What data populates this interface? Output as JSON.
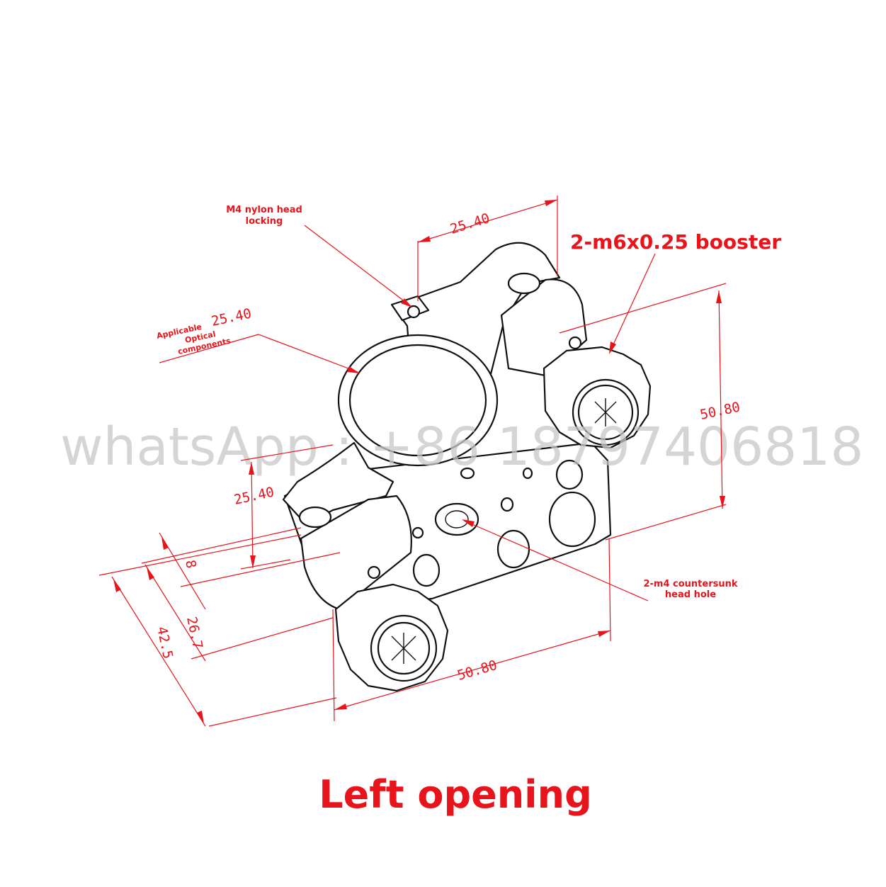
{
  "labels": {
    "locking_note_line1": "M4 nylon head",
    "locking_note_line2": "locking",
    "booster_note": "2-m6x0.25 booster",
    "applicable_line1": "Applicable",
    "applicable_line2": "Optical",
    "applicable_line3": "components",
    "countersunk_line1": "2-m4 countersunk",
    "countersunk_line2": "head hole",
    "caption": "Left opening",
    "watermark": "whatsApp : +86 18797406818"
  },
  "dimensions": {
    "top_width": "25.40",
    "bore_diameter": "25.40",
    "right_height": "50.80",
    "left_height": "25.40",
    "offset_8": "8",
    "offset_26_7": "26.7",
    "offset_42_5": "42.5",
    "bottom_width": "50.80"
  },
  "colors": {
    "annotation": "#e8141b",
    "linework": "#111111",
    "watermark": "#c8c8c8"
  }
}
